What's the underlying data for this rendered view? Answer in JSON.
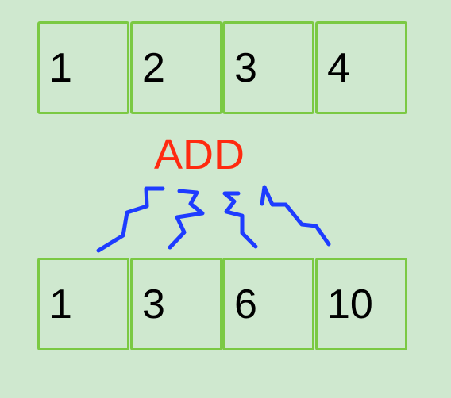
{
  "diagram": {
    "input_row": [
      "1",
      "2",
      "3",
      "4"
    ],
    "operation": "ADD",
    "output_row": [
      "1",
      "3",
      "6",
      "10"
    ]
  },
  "colors": {
    "background": "#cfe8cf",
    "cell_border": "#7bc943",
    "operation_text": "#ff2a10",
    "connector": "#1e3cff",
    "number_text": "#000000"
  }
}
